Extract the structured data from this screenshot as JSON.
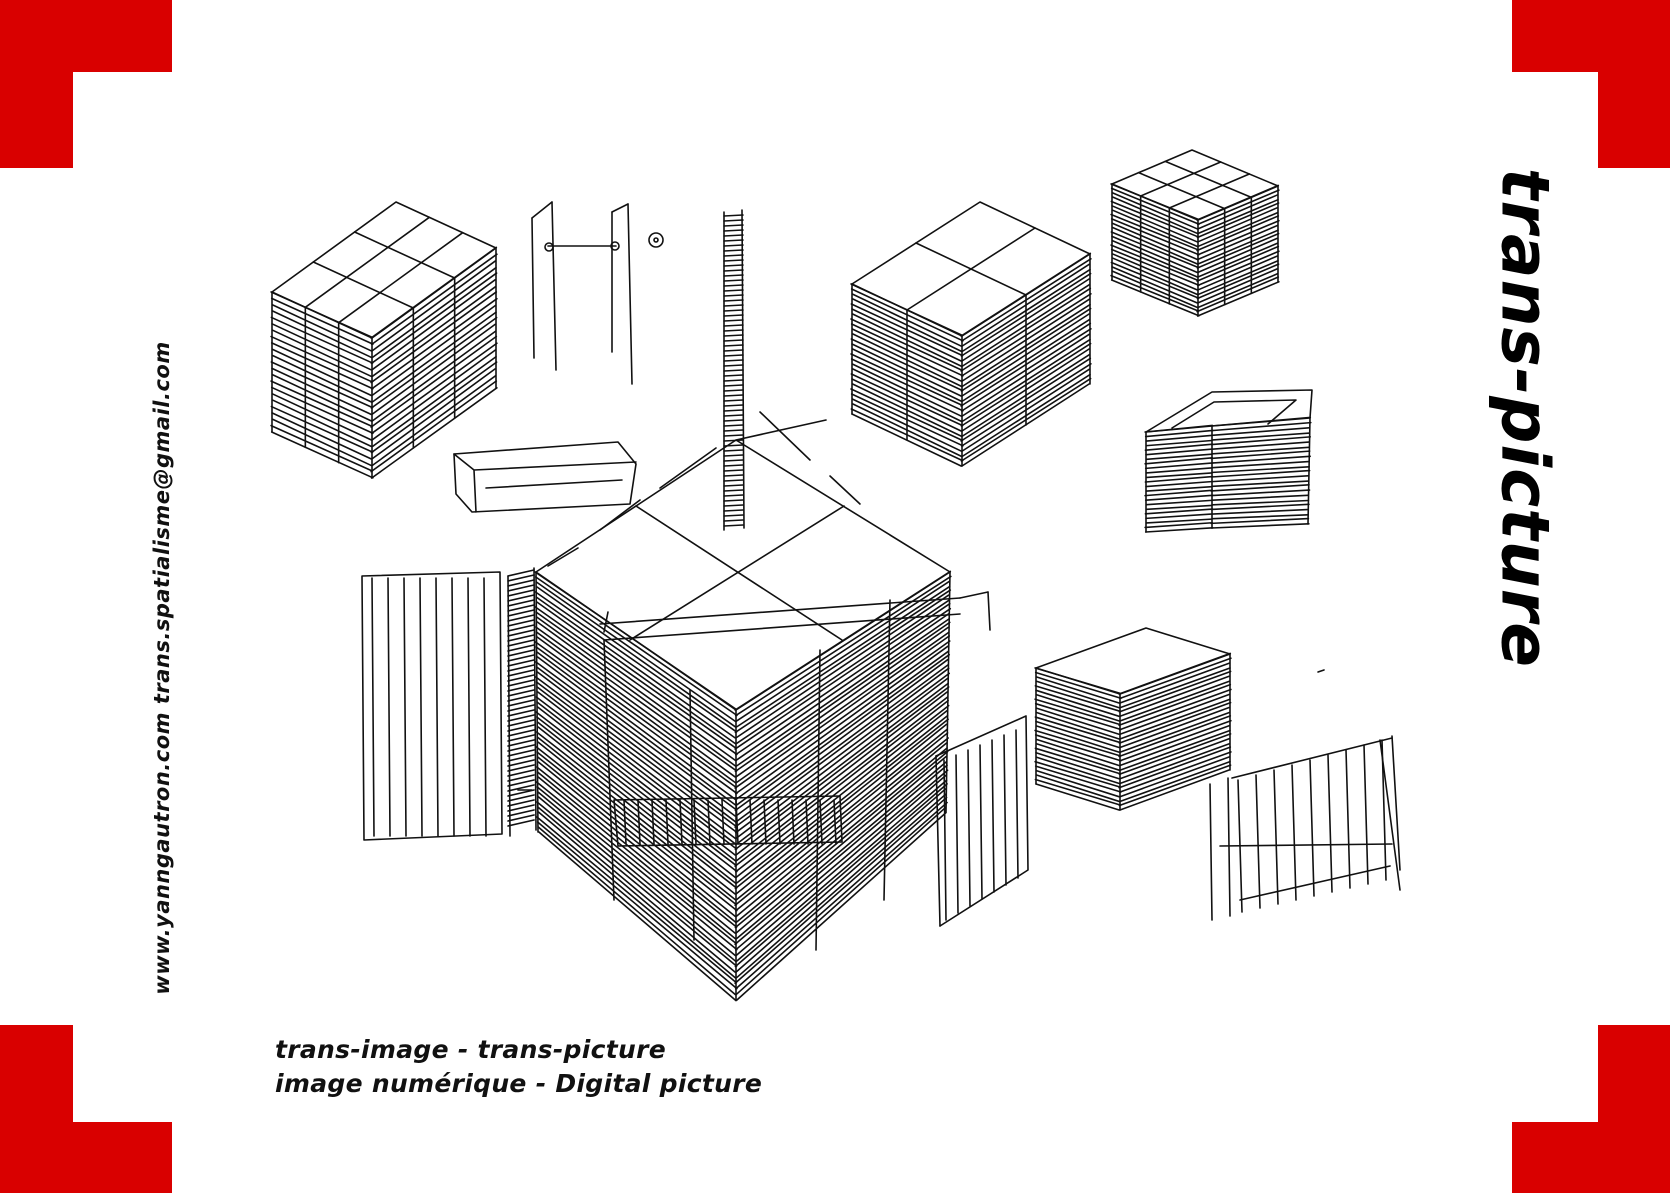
{
  "colors": {
    "accent": "#d90000",
    "ink": "#111111",
    "background": "#ffffff"
  },
  "contact": "www.yanngautron.com trans.spatialisme@gmail.com",
  "title": "trans-picture",
  "caption": {
    "line1": "trans-image - trans-picture",
    "line2": "image numérique - Digital picture"
  }
}
